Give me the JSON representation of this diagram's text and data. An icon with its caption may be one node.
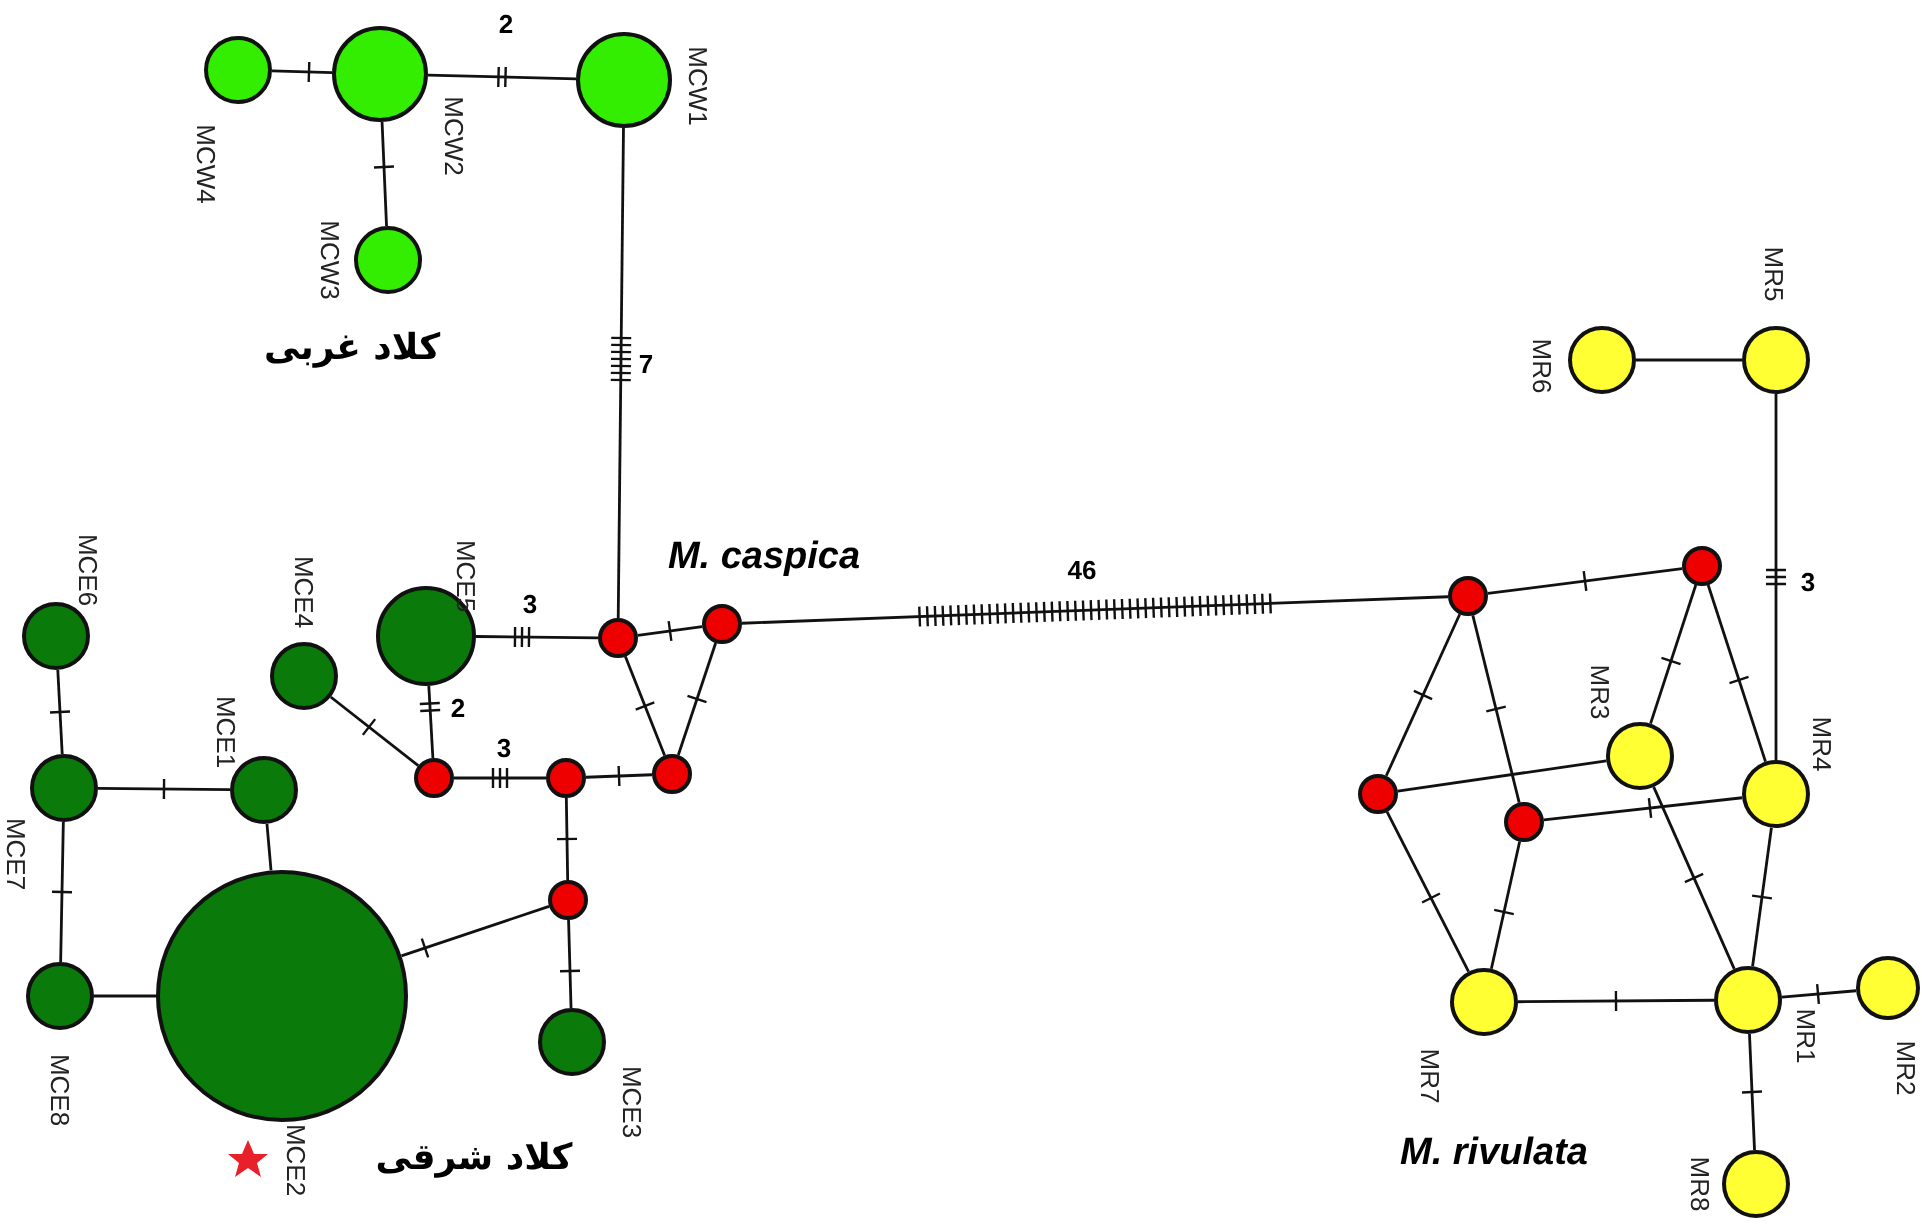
{
  "diagram": {
    "nodes": [
      {
        "text": [],
        "shape": "circle",
        "beside": [
          "MCW4"
        ]
      },
      {
        "text": [],
        "shape": "circle",
        "beside": [
          "MCW2"
        ]
      },
      {
        "text": [],
        "shape": "circle",
        "beside": [
          "MCW1"
        ]
      },
      {
        "text": [],
        "shape": "circle",
        "beside": [
          "MCW3"
        ]
      },
      {
        "text": [],
        "shape": "circle",
        "beside": [
          "MCE6"
        ]
      },
      {
        "text": [],
        "shape": "circle",
        "beside": [
          "MCE5"
        ]
      },
      {
        "text": [],
        "shape": "circle",
        "beside": [
          "MCE4"
        ]
      },
      {
        "text": [],
        "shape": "circle",
        "beside": [
          "MCE1"
        ]
      },
      {
        "text": [],
        "shape": "circle",
        "beside": [
          "MCE7"
        ]
      },
      {
        "text": [],
        "shape": "circle",
        "beside": [
          "MCE8"
        ]
      },
      {
        "text": [],
        "shape": "circle",
        "beside": [
          "MCE2"
        ]
      },
      {
        "text": [],
        "shape": "circle",
        "beside": [
          "MCE3"
        ]
      },
      {
        "text": [],
        "shape": "circle"
      },
      {
        "text": [],
        "shape": "circle"
      },
      {
        "text": [],
        "shape": "circle"
      },
      {
        "text": [],
        "shape": "circle"
      },
      {
        "text": [],
        "shape": "circle"
      },
      {
        "text": [],
        "shape": "circle"
      },
      {
        "text": [],
        "shape": "circle"
      },
      {
        "text": [],
        "shape": "circle"
      },
      {
        "text": [],
        "shape": "circle"
      },
      {
        "text": [],
        "shape": "circle"
      },
      {
        "text": [],
        "shape": "circle",
        "beside": [
          "MR6"
        ]
      },
      {
        "text": [],
        "shape": "circle",
        "beside": [
          "MR5"
        ]
      },
      {
        "text": [],
        "shape": "circle",
        "beside": [
          "MR3"
        ]
      },
      {
        "text": [],
        "shape": "circle",
        "beside": [
          "MR4"
        ]
      },
      {
        "text": [],
        "shape": "circle",
        "beside": [
          "MR7"
        ]
      },
      {
        "text": [],
        "shape": "circle",
        "beside": [
          "MR1"
        ]
      },
      {
        "text": [],
        "shape": "circle",
        "beside": [
          "MR2"
        ]
      },
      {
        "text": [],
        "shape": "circle",
        "beside": [
          "MR8"
        ]
      }
    ],
    "edges": [
      {
        "from": 0,
        "to": 1,
        "arrow": "none"
      },
      {
        "from": 1,
        "to": 2,
        "arrow": "none",
        "label": "2"
      },
      {
        "from": 1,
        "to": 3,
        "arrow": "none"
      },
      {
        "from": 2,
        "to": 12,
        "arrow": "none",
        "label": "7"
      },
      {
        "from": 5,
        "to": 12,
        "arrow": "none",
        "label": "3"
      },
      {
        "from": 12,
        "to": 13,
        "arrow": "none"
      },
      {
        "from": 12,
        "to": 16,
        "arrow": "none"
      },
      {
        "from": 13,
        "to": 16,
        "arrow": "none"
      },
      {
        "from": 13,
        "to": 18,
        "arrow": "none",
        "label": "46"
      },
      {
        "from": 5,
        "to": 14,
        "arrow": "none",
        "label": "2"
      },
      {
        "from": 6,
        "to": 14,
        "arrow": "none"
      },
      {
        "from": 14,
        "to": 15,
        "arrow": "none",
        "label": "3"
      },
      {
        "from": 15,
        "to": 16,
        "arrow": "none"
      },
      {
        "from": 15,
        "to": 17,
        "arrow": "none"
      },
      {
        "from": 17,
        "to": 10,
        "arrow": "none"
      },
      {
        "from": 17,
        "to": 11,
        "arrow": "none"
      },
      {
        "from": 4,
        "to": 8,
        "arrow": "none"
      },
      {
        "from": 8,
        "to": 7,
        "arrow": "none"
      },
      {
        "from": 7,
        "to": 10,
        "arrow": "none"
      },
      {
        "from": 8,
        "to": 9,
        "arrow": "none"
      },
      {
        "from": 9,
        "to": 10,
        "arrow": "none"
      },
      {
        "from": 22,
        "to": 23,
        "arrow": "none"
      },
      {
        "from": 23,
        "to": 25,
        "arrow": "none",
        "label": "3"
      },
      {
        "from": 18,
        "to": 19,
        "arrow": "none"
      },
      {
        "from": 18,
        "to": 20,
        "arrow": "none"
      },
      {
        "from": 18,
        "to": 21,
        "arrow": "none"
      },
      {
        "from": 19,
        "to": 24,
        "arrow": "none"
      },
      {
        "from": 19,
        "to": 25,
        "arrow": "none"
      },
      {
        "from": 20,
        "to": 24,
        "arrow": "none"
      },
      {
        "from": 21,
        "to": 25,
        "arrow": "none"
      },
      {
        "from": 20,
        "to": 26,
        "arrow": "none"
      },
      {
        "from": 21,
        "to": 26,
        "arrow": "none"
      },
      {
        "from": 24,
        "to": 27,
        "arrow": "none"
      },
      {
        "from": 25,
        "to": 27,
        "arrow": "none"
      },
      {
        "from": 26,
        "to": 27,
        "arrow": "none"
      },
      {
        "from": 27,
        "to": 28,
        "arrow": "none"
      },
      {
        "from": 27,
        "to": 29,
        "arrow": "none"
      }
    ],
    "labels": [
      "کلاد غربی",
      "M. caspica",
      "M. rivulata",
      "کلاد شرقی"
    ]
  }
}
